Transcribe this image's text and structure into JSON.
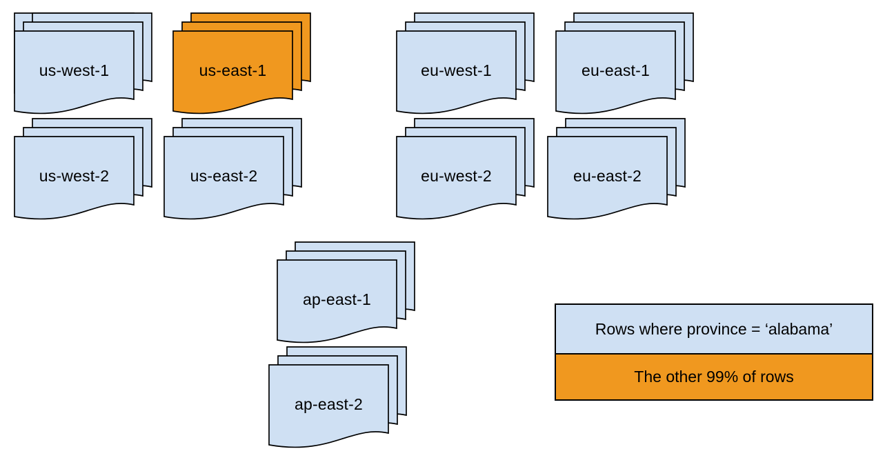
{
  "colors": {
    "blue": "#cfe0f3",
    "orange": "#f0981f",
    "stroke": "#000000",
    "background": "#ffffff"
  },
  "stacks": [
    {
      "label": "us-west-1",
      "variant": "blue"
    },
    {
      "label": "us-east-1",
      "variant": "orange"
    },
    {
      "label": "eu-west-1",
      "variant": "blue"
    },
    {
      "label": "eu-east-1",
      "variant": "blue"
    },
    {
      "label": "us-west-2",
      "variant": "blue"
    },
    {
      "label": "us-east-2",
      "variant": "blue"
    },
    {
      "label": "eu-west-2",
      "variant": "blue"
    },
    {
      "label": "eu-east-2",
      "variant": "blue"
    },
    {
      "label": "ap-east-1",
      "variant": "blue"
    },
    {
      "label": "ap-east-2",
      "variant": "blue"
    }
  ],
  "legend": {
    "rows": [
      {
        "label": "Rows where province = ‘alabama’",
        "variant": "blue"
      },
      {
        "label": "The other 99% of rows",
        "variant": "orange"
      }
    ]
  }
}
